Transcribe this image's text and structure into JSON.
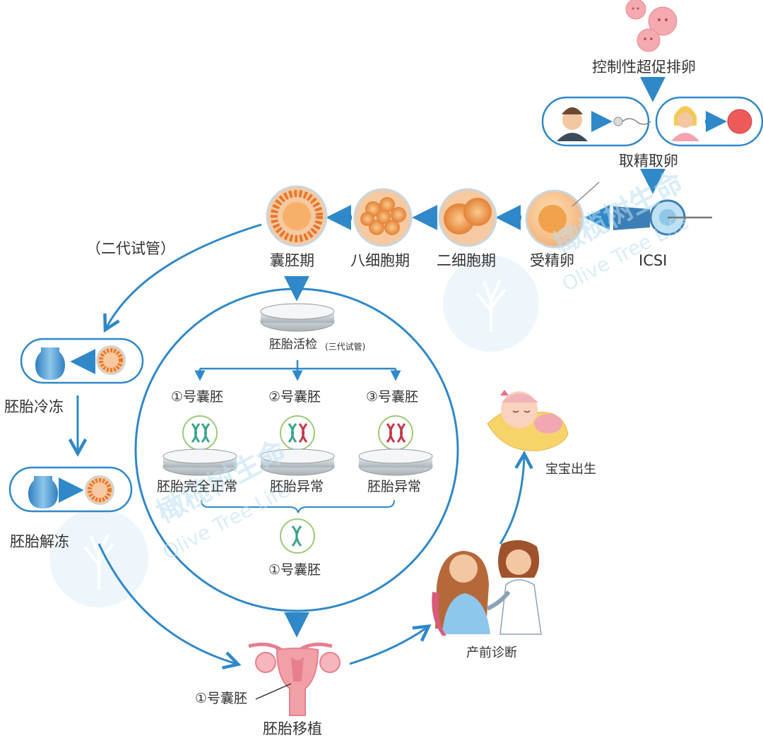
{
  "colors": {
    "primary": "#2f88c8",
    "arrow": "#2f88c8",
    "watermark": "#bcdff2",
    "dna_normal": "#3aa58e",
    "dna_abnormal": "#c0394b",
    "embryo": "#f09a3e",
    "uterus": "#f2a0a8"
  },
  "steps": {
    "controlled_ovulation": "控制性超促排卵",
    "retrieve": "取精取卵",
    "icsi": "ICSI",
    "fertilized_egg": "受精卵",
    "two_cell": "二细胞期",
    "eight_cell": "八细胞期",
    "blastocyst": "囊胚期",
    "second_gen_note": "（二代试管）",
    "freeze": "胚胎冷冻",
    "thaw": "胚胎解冻",
    "transfer": "胚胎移植",
    "prenatal": "产前诊断",
    "birth": "宝宝出生"
  },
  "biopsy": {
    "title": "胚胎活检",
    "note": "(三代试管)",
    "embryos": [
      {
        "name": "①号囊胚",
        "result": "胚胎完全正常",
        "status": "normal"
      },
      {
        "name": "②号囊胚",
        "result": "胚胎异常",
        "status": "mixed"
      },
      {
        "name": "③号囊胚",
        "result": "胚胎异常",
        "status": "abnormal"
      }
    ],
    "selected": "①号囊胚"
  },
  "transfer_label": "①号囊胚",
  "watermark": {
    "brand": "橄榄树生命",
    "english": "Olive Tree Life"
  }
}
